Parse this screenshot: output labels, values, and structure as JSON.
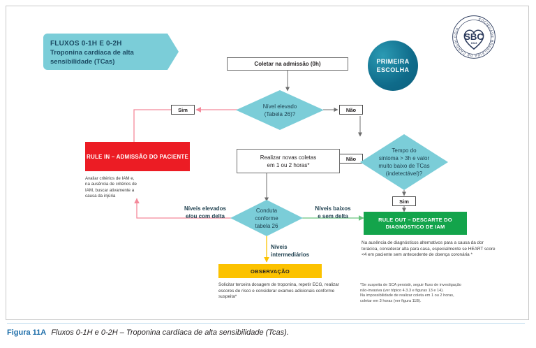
{
  "figure": {
    "caption_label": "Figura 11A",
    "caption_dash": "–",
    "caption_text": "Fluxos 0-1H e 0-2H – Troponina cardíaca de alta sensibilidade (Tcas)."
  },
  "header": {
    "banner_line1": "FLUXOS 0-1H E 0-2H",
    "banner_line2": "Troponina cardíaca de alta",
    "banner_line3": "sensibilidade (TCas)",
    "badge_line1": "PRIMEIRA",
    "badge_line2": "ESCOLHA",
    "seal_center": "SBC",
    "seal_year": "1943",
    "seal_ring_text": "SOCIEDADE BRASILEIRA DE CARDIOLOGIA"
  },
  "nodes": {
    "collect_admission": "Coletar na admissão (0h)",
    "elevated_level": "Nível elevado\n(Tabela 26)?",
    "elevated_level_l1": "Nível elevado",
    "elevated_level_l2": "(Tabela 26)?",
    "new_collections_l1": "Realizar novas coletas",
    "new_collections_l2": "em 1 ou 2 horas*",
    "symptom_time_l1": "Tempo do",
    "symptom_time_l2": "sintoma > 3h e valor",
    "symptom_time_l3": "muito baixo de TCas",
    "symptom_time_l4": "(indetectável)?",
    "conduct_l1": "Conduta",
    "conduct_l2": "conforme",
    "conduct_l3": "tabela 26",
    "rule_in": "RULE IN – ADMISSÃO DO PACIENTE",
    "rule_out_l1": "RULE OUT – DESCARTE DO",
    "rule_out_l2": "DIAGNÓSTICO DE IAM",
    "observation": "OBSERVAÇÃO"
  },
  "edges": {
    "yes_1": "Sim",
    "no_1": "Não",
    "no_2": "Não",
    "yes_2": "Sim",
    "high_levels_l1": "Níveis elevados",
    "high_levels_l2": "e/ou com delta",
    "low_levels_l1": "Níveis baixos",
    "low_levels_l2": "e sem delta",
    "intermediate_l1": "Níveis",
    "intermediate_l2": "intermediários"
  },
  "notes": {
    "rule_in_note": "Avaliar critérios de IAM e, na ausência de critérios de IAM, buscar ativamente a causa da injúria",
    "rule_out_note": "Na ausência de diagnósticos alternativos para a causa da dor torácica, considerar alta para casa, especialmente se HEART score <4 em paciente sem antecedente de doença coronária *",
    "observation_note": "Solicitar terceira dosagem de troponina, repetir ECG, realizar escores de risco e considerar exames adicionais conforme suspeita*",
    "footnote_l1": "*Se suspeita de SCA persistir, seguir fluxo de investigação",
    "footnote_l2": "não-invasiva (ver tópico 4.3.3 e figuras 13 e 14).",
    "footnote_l3": "Na impossibilidade de realizar coleta em 1 ou 2 horas,",
    "footnote_l4": "coletar em 3 horas (ver figura 11B)."
  },
  "colors": {
    "teal": "#7bcdd8",
    "red": "#ec1c24",
    "green": "#13a44b",
    "yellow": "#fcc200",
    "badge_blue": "#0f6b8a",
    "caption_blue": "#1b6ca8",
    "pink_edge": "#f4899a",
    "green_edge": "#6ac47f",
    "gray_edge": "#6d6d6d"
  }
}
